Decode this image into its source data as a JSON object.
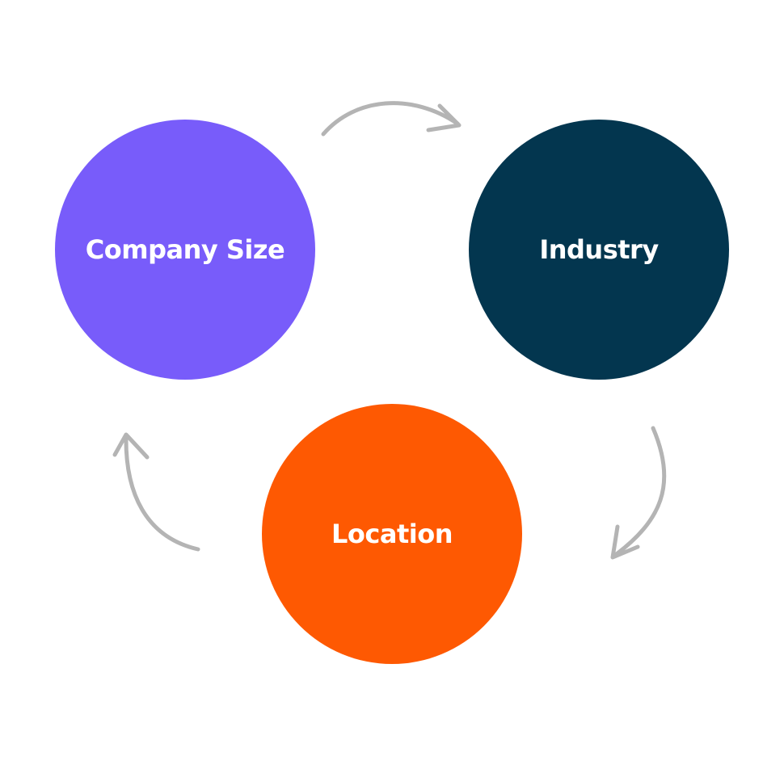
{
  "nodes": [
    {
      "id": "company-size",
      "label": "Company Size",
      "color": "#785cfa"
    },
    {
      "id": "industry",
      "label": "Industry",
      "color": "#03364f"
    },
    {
      "id": "location",
      "label": "Location",
      "color": "#fe5902"
    }
  ],
  "arrow_color": "#b4b4b4",
  "flow": [
    {
      "from": "company-size",
      "to": "industry"
    },
    {
      "from": "industry",
      "to": "location"
    },
    {
      "from": "location",
      "to": "company-size"
    }
  ]
}
